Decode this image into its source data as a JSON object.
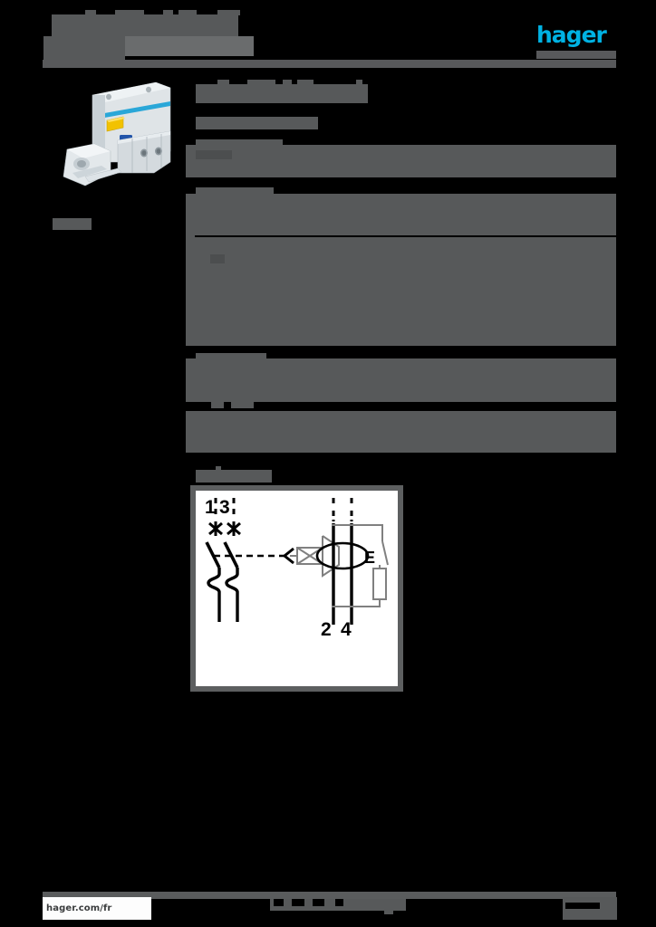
{
  "document": {
    "type": "product-datasheet",
    "brand": "hager",
    "brand_color": "#00b2e3",
    "redaction_color": "#57595a",
    "page_background": "#000000"
  },
  "header": {
    "title_line1": "",
    "title_line2": "",
    "subtitle": "",
    "logo_text": "hager"
  },
  "sidebar": {
    "product_image_alt": "",
    "product_caption": ""
  },
  "main": {
    "section_title": "",
    "section_subtitle": "",
    "spec_groups": [
      {
        "heading": "",
        "rows": [
          {
            "label": "",
            "value": ""
          }
        ]
      },
      {
        "heading": "",
        "rows": [
          {
            "label": "",
            "value": ""
          },
          {
            "label": "",
            "value": ""
          }
        ]
      },
      {
        "heading": "",
        "rows": [
          {
            "label": "",
            "value": ""
          },
          {
            "label": "",
            "value": ""
          }
        ]
      },
      {
        "heading": "",
        "rows": [
          {
            "label": "",
            "value": ""
          }
        ]
      }
    ],
    "diagram_title": ""
  },
  "diagram": {
    "type": "wiring-schematic",
    "description": "Two-pole residual current circuit breaker with overcurrent protection (RCBO) schematic",
    "terminal_labels_top": [
      "1",
      "3"
    ],
    "terminal_labels_bottom": [
      "2",
      "4"
    ],
    "test_button_label": "E",
    "elements": [
      "contact-break-symbol",
      "thermal-overload-release",
      "magnetic-trip-arrow",
      "toroidal-current-transformer",
      "test-resistor",
      "test-push-button"
    ],
    "line_color": "#000000",
    "secondary_line_color": "#808080",
    "background": "#ffffff"
  },
  "footer": {
    "url": "hager.com/fr",
    "center_text": "",
    "page_number": ""
  }
}
